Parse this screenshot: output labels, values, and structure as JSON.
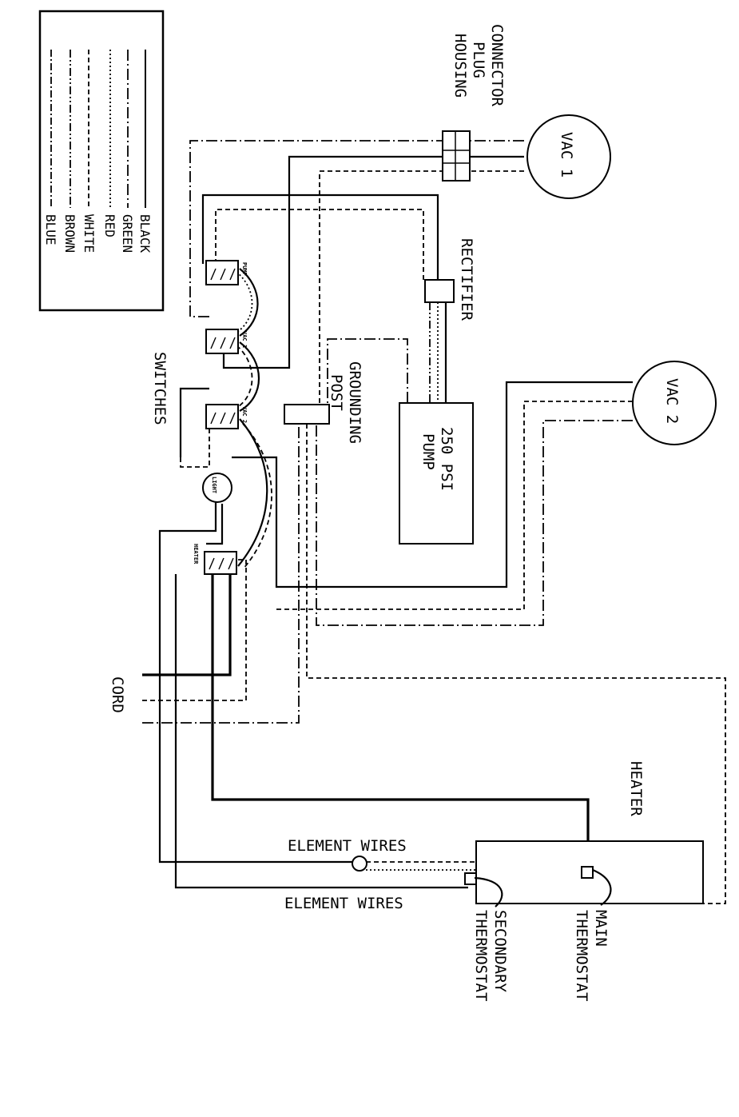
{
  "legend": {
    "entries": [
      {
        "label": "BLACK",
        "style": "solid"
      },
      {
        "label": "GREEN",
        "style": "dash-dot"
      },
      {
        "label": "RED",
        "style": "dotted"
      },
      {
        "label": "WHITE",
        "style": "dashed"
      },
      {
        "label": "BROWN",
        "style": "dash-dot-dot"
      },
      {
        "label": "BLUE",
        "style": "long-dash-dot"
      }
    ]
  },
  "labels": {
    "connector": "CONNECTOR",
    "plug": "PLUG",
    "housing": "HOUSING",
    "vac1": "VAC 1",
    "vac2": "VAC 2",
    "rectifier": "RECTIFIER",
    "grounding": "GROUNDING",
    "post": "POST",
    "pump_rating": "250 PSI",
    "pump": "PUMP",
    "switches": "SWITCHES",
    "light": "LIGHT",
    "sw_pump": "PUMP",
    "sw_vac1": "VAC 1",
    "sw_vac2": "VAC 2",
    "sw_heater": "HEATER",
    "cord": "CORD",
    "heater": "HEATER",
    "element_wires_top": "ELEMENT WIRES",
    "element_wires_bottom": "ELEMENT WIRES",
    "main": "MAIN",
    "main_thermostat": "THERMOSTAT",
    "secondary": "SECONDARY",
    "secondary_thermostat": "THERMOSTAT"
  },
  "colors": {
    "line": "#000000",
    "background": "#ffffff"
  }
}
